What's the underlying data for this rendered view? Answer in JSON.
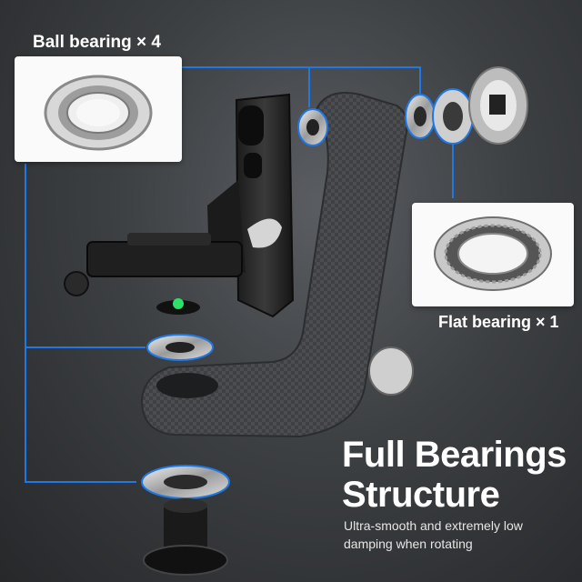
{
  "callouts": {
    "ball_bearing_label": "Ball bearing × 4",
    "flat_bearing_label": "Flat bearing × 1"
  },
  "headline": {
    "line1": "Full Bearings",
    "line2": "Structure"
  },
  "description": {
    "line1": "Ultra-smooth and extremely low",
    "line2": "damping when rotating"
  },
  "colors": {
    "accent": "#1e78e6",
    "background_dark": "#2a2c2e",
    "text": "#ffffff"
  }
}
